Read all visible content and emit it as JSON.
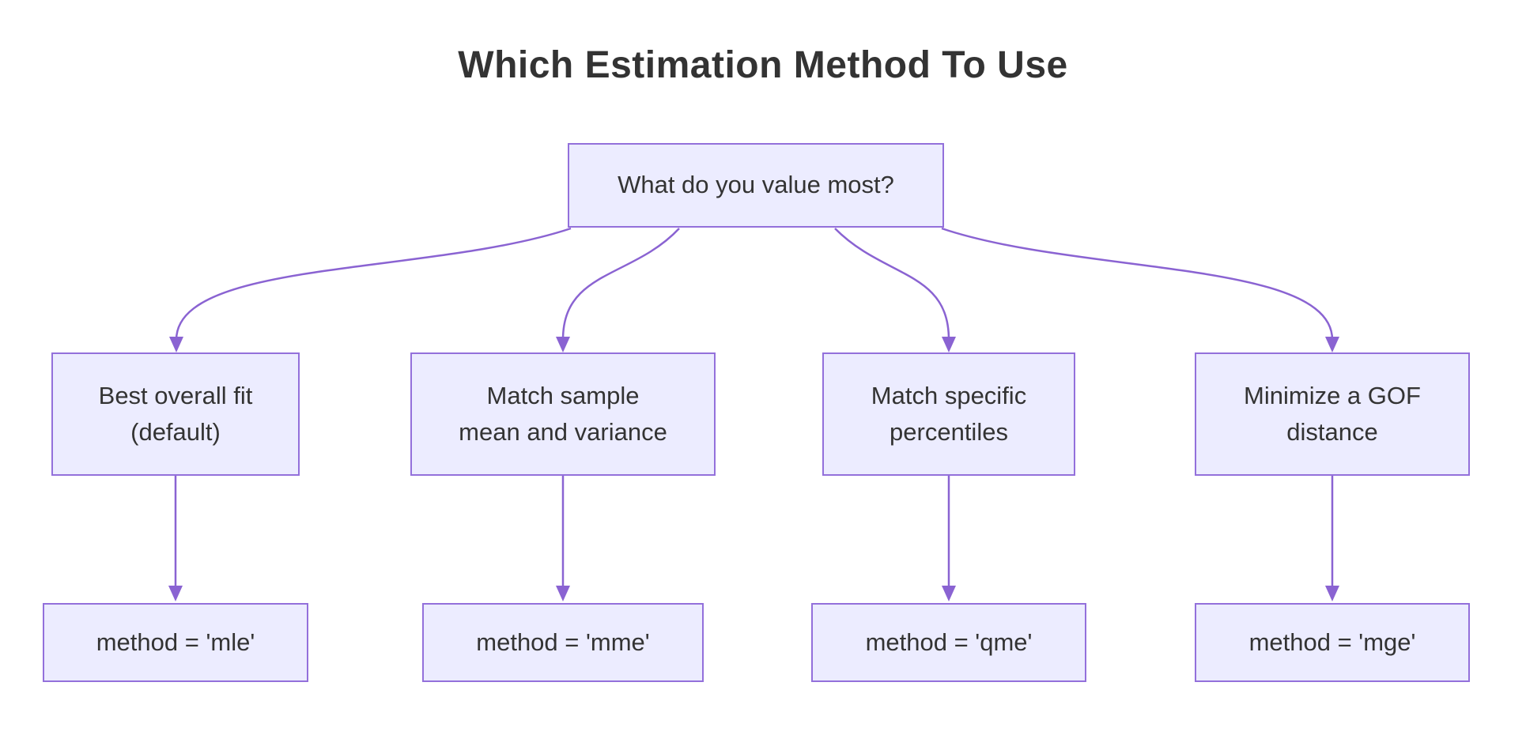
{
  "title": "Which Estimation Method To Use",
  "root": {
    "label": "What do you value most?"
  },
  "branches": [
    {
      "criterion_line1": "Best overall fit",
      "criterion_line2": "(default)",
      "method": "method = 'mle'"
    },
    {
      "criterion_line1": "Match sample",
      "criterion_line2": "mean and variance",
      "method": "method = 'mme'"
    },
    {
      "criterion_line1": "Match specific",
      "criterion_line2": "percentiles",
      "method": "method = 'qme'"
    },
    {
      "criterion_line1": "Minimize a GOF",
      "criterion_line2": "distance",
      "method": "method = 'mge'"
    }
  ],
  "colors": {
    "node_fill": "#ECECFF",
    "node_border": "#9370DB",
    "edge": "#8A63D2",
    "text": "#333333",
    "title_color": "#333333",
    "bg": "#FFFFFF"
  }
}
